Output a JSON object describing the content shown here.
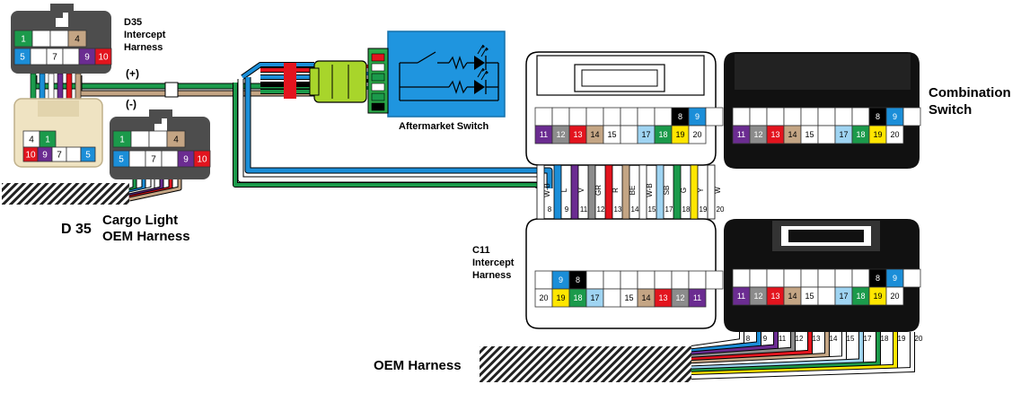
{
  "colors": {
    "purple": "#6b2c91",
    "gray": "#8c8c8c",
    "red": "#e3141e",
    "tan": "#c4a584",
    "ltblue": "#9fd4f2",
    "green": "#1b9a4b",
    "yellow": "#ffe600",
    "blue": "#1b8ed8",
    "white": "#ffffff",
    "black": "#000000",
    "connector": "#4d4d4d",
    "beige": "#efe3c2",
    "switchbox": "#1f95df",
    "lime": "#a8d52b"
  },
  "labels": {
    "d35_intercept": [
      "D35",
      "Intercept",
      "Harness"
    ],
    "plus": "(+)",
    "minus": "(-)",
    "d35": "D 35",
    "cargo": [
      "Cargo Light",
      "OEM Harness"
    ],
    "aftermarket": "Aftermarket Switch",
    "combination": [
      "Combination",
      "Switch"
    ],
    "c11": [
      "C11",
      "Intercept",
      "Harness"
    ],
    "oem": "OEM Harness"
  },
  "d35_pins": {
    "top_row": [
      {
        "n": "1",
        "c": "green"
      },
      {
        "n": "",
        "c": "white"
      },
      {
        "n": "",
        "c": "white"
      },
      {
        "n": "4",
        "c": "tan"
      }
    ],
    "bottom_row": [
      {
        "n": "5",
        "c": "blue"
      },
      {
        "n": "",
        "c": "white"
      },
      {
        "n": "7",
        "c": "white"
      },
      {
        "n": "",
        "c": "white"
      },
      {
        "n": "9",
        "c": "purple"
      },
      {
        "n": "10",
        "c": "red"
      }
    ],
    "beige_top": [
      {
        "n": "4",
        "c": "white"
      },
      {
        "n": "1",
        "c": "green"
      }
    ],
    "beige_bottom": [
      {
        "n": "10",
        "c": "red"
      },
      {
        "n": "9",
        "c": "purple"
      },
      {
        "n": "7",
        "c": "white"
      },
      {
        "n": "",
        "c": "white"
      },
      {
        "n": "5",
        "c": "blue"
      }
    ]
  },
  "c11_pins": {
    "top_row": [
      {
        "n": "",
        "c": "white"
      },
      {
        "n": "",
        "c": "white"
      },
      {
        "n": "",
        "c": "white"
      },
      {
        "n": "",
        "c": "white"
      },
      {
        "n": "",
        "c": "white"
      },
      {
        "n": "",
        "c": "white"
      },
      {
        "n": "",
        "c": "white"
      },
      {
        "n": "",
        "c": "white"
      },
      {
        "n": "8",
        "c": "black"
      },
      {
        "n": "9",
        "c": "blue"
      },
      {
        "n": "",
        "c": "white"
      }
    ],
    "bottom_row": [
      {
        "n": "11",
        "c": "purple"
      },
      {
        "n": "12",
        "c": "gray"
      },
      {
        "n": "13",
        "c": "red"
      },
      {
        "n": "14",
        "c": "tan"
      },
      {
        "n": "15",
        "c": "white"
      },
      {
        "n": "",
        "c": "white"
      },
      {
        "n": "17",
        "c": "ltblue"
      },
      {
        "n": "18",
        "c": "green"
      },
      {
        "n": "19",
        "c": "yellow"
      },
      {
        "n": "20",
        "c": "white"
      }
    ],
    "mirror_top": [
      {
        "n": "9",
        "c": "blue"
      },
      {
        "n": "8",
        "c": "black"
      }
    ],
    "mirror_bottom": [
      {
        "n": "20",
        "c": "white"
      },
      {
        "n": "19",
        "c": "yellow"
      },
      {
        "n": "18",
        "c": "green"
      },
      {
        "n": "17",
        "c": "ltblue"
      },
      {
        "n": "",
        "c": "white"
      },
      {
        "n": "15",
        "c": "white"
      },
      {
        "n": "14",
        "c": "tan"
      },
      {
        "n": "13",
        "c": "red"
      },
      {
        "n": "12",
        "c": "gray"
      },
      {
        "n": "11",
        "c": "purple"
      }
    ]
  },
  "c11_wires": [
    {
      "code": "W-B",
      "num": "8",
      "c": "white"
    },
    {
      "code": "L",
      "num": "9",
      "c": "blue"
    },
    {
      "code": "V",
      "num": "11",
      "c": "purple"
    },
    {
      "code": "GR",
      "num": "12",
      "c": "gray"
    },
    {
      "code": "R",
      "num": "13",
      "c": "red"
    },
    {
      "code": "BE",
      "num": "14",
      "c": "tan"
    },
    {
      "code": "W-B",
      "num": "15",
      "c": "white"
    },
    {
      "code": "SB",
      "num": "17",
      "c": "ltblue"
    },
    {
      "code": "G",
      "num": "18",
      "c": "green"
    },
    {
      "code": "Y",
      "num": "19",
      "c": "yellow"
    },
    {
      "code": "W",
      "num": "20",
      "c": "white"
    }
  ],
  "oem_wire_nums": [
    "8",
    "9",
    "11",
    "12",
    "13",
    "14",
    "15",
    "17",
    "18",
    "19",
    "20"
  ]
}
